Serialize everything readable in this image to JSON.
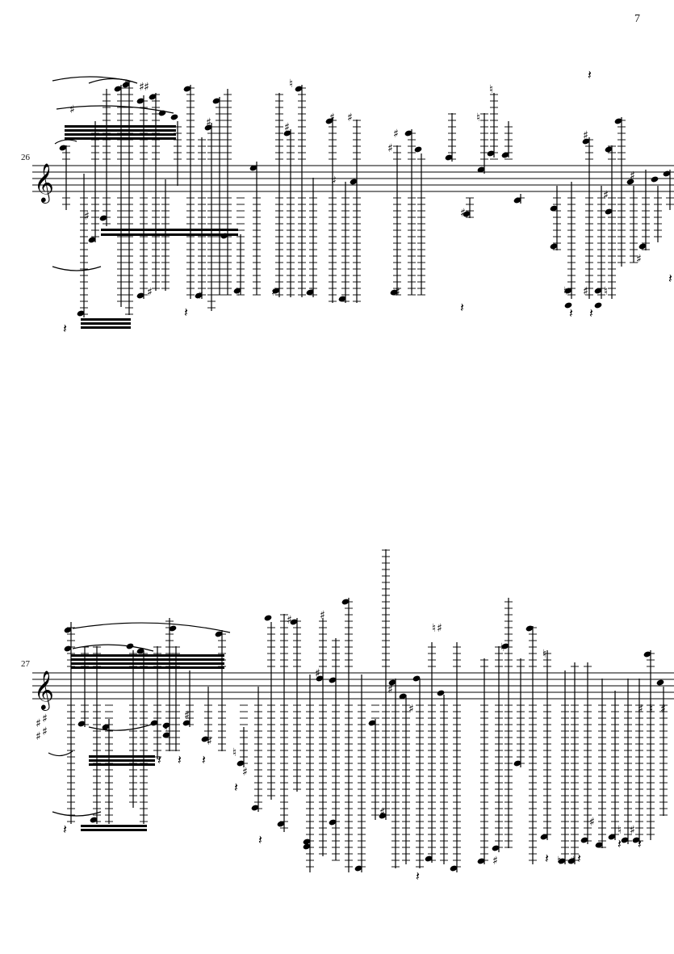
{
  "page": {
    "number": "7"
  },
  "systems": [
    {
      "measure_number": "26",
      "clef": "treble",
      "key_signature": "none"
    },
    {
      "measure_number": "27",
      "clef": "treble",
      "key_signature": "4 sharps"
    }
  ],
  "colors": {
    "ink": "#000000",
    "paper": "#ffffff"
  }
}
